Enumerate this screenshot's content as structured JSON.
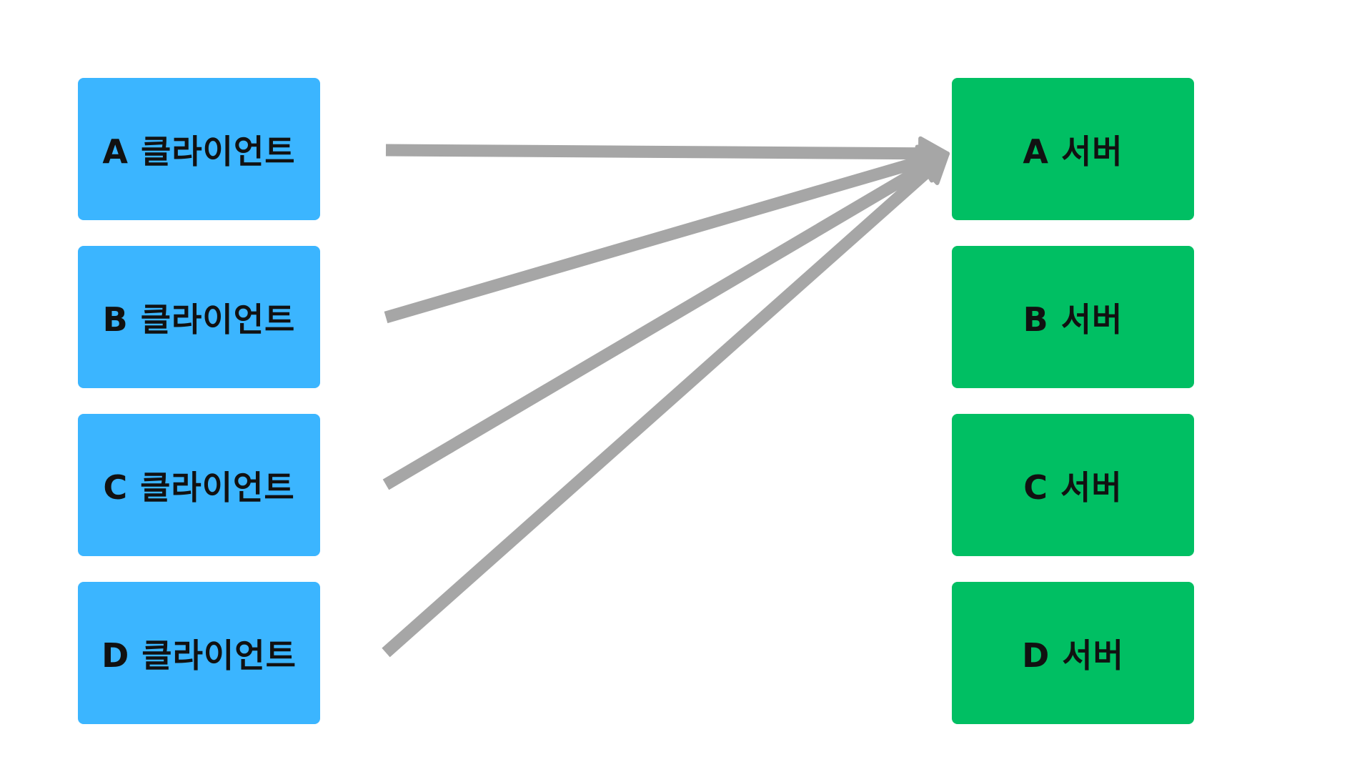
{
  "colors": {
    "client": "#3bb5ff",
    "server": "#00bf63",
    "arrow": "#a6a6a6"
  },
  "clients": [
    {
      "label": "A 클라이언트"
    },
    {
      "label": "B 클라이언트"
    },
    {
      "label": "C 클라이언트"
    },
    {
      "label": "D 클라이언트"
    }
  ],
  "servers": [
    {
      "label": "A 서버"
    },
    {
      "label": "B 서버"
    },
    {
      "label": "C 서버"
    },
    {
      "label": "D 서버"
    }
  ],
  "connections": [
    {
      "from": "A 클라이언트",
      "to": "A 서버"
    },
    {
      "from": "B 클라이언트",
      "to": "A 서버"
    },
    {
      "from": "C 클라이언트",
      "to": "A 서버"
    },
    {
      "from": "D 클라이언트",
      "to": "A 서버"
    }
  ]
}
